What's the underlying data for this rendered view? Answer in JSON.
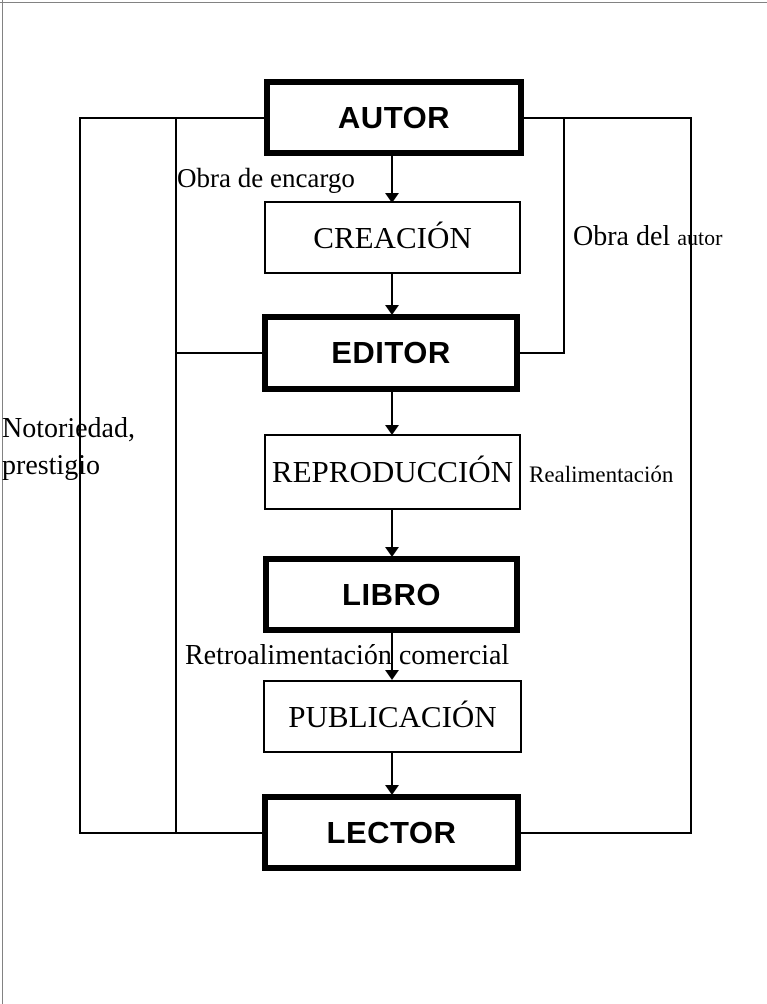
{
  "page": {
    "background_color": "#ffffff",
    "edge_border_color": "#828282",
    "line_color": "#000000",
    "text_color": "#000000"
  },
  "diagram": {
    "type": "flowchart",
    "nodes": [
      {
        "id": "autor",
        "label": "AUTOR",
        "style": "bold"
      },
      {
        "id": "creacion",
        "label": "CREACIÓN",
        "style": "thin"
      },
      {
        "id": "editor",
        "label": "EDITOR",
        "style": "bold"
      },
      {
        "id": "reproduccion",
        "label": "REPRODUCCIÓN",
        "style": "thin"
      },
      {
        "id": "libro",
        "label": "LIBRO",
        "style": "bold"
      },
      {
        "id": "publicacion",
        "label": "PUBLICACIÓN",
        "style": "thin"
      },
      {
        "id": "lector",
        "label": "LECTOR",
        "style": "bold"
      }
    ],
    "flow_order": [
      "AUTOR",
      "CREACIÓN",
      "EDITOR",
      "REPRODUCCIÓN",
      "LIBRO",
      "PUBLICACIÓN",
      "LECTOR"
    ],
    "labels": {
      "obra_de_encargo": "Obra de encargo",
      "obra_del": "Obra del",
      "obra_del_small": "autor",
      "notoriedad_line1": "Notoriedad,",
      "notoriedad_line2": "prestigio",
      "realimentacion": "Realimentación",
      "retroalimentacion_comercial": "Retroalimentación comercial"
    },
    "side_loops": [
      {
        "name": "notoriedad-prestigio",
        "from": "LECTOR",
        "to": "AUTOR",
        "side": "left"
      },
      {
        "name": "obra-de-encargo",
        "from": "AUTOR",
        "to": "EDITOR",
        "side": "left"
      },
      {
        "name": "obra-del-autor",
        "from": "AUTOR",
        "to": "EDITOR",
        "side": "right"
      },
      {
        "name": "realimentacion",
        "from": "AUTOR",
        "to": "LECTOR",
        "side": "right"
      }
    ]
  }
}
